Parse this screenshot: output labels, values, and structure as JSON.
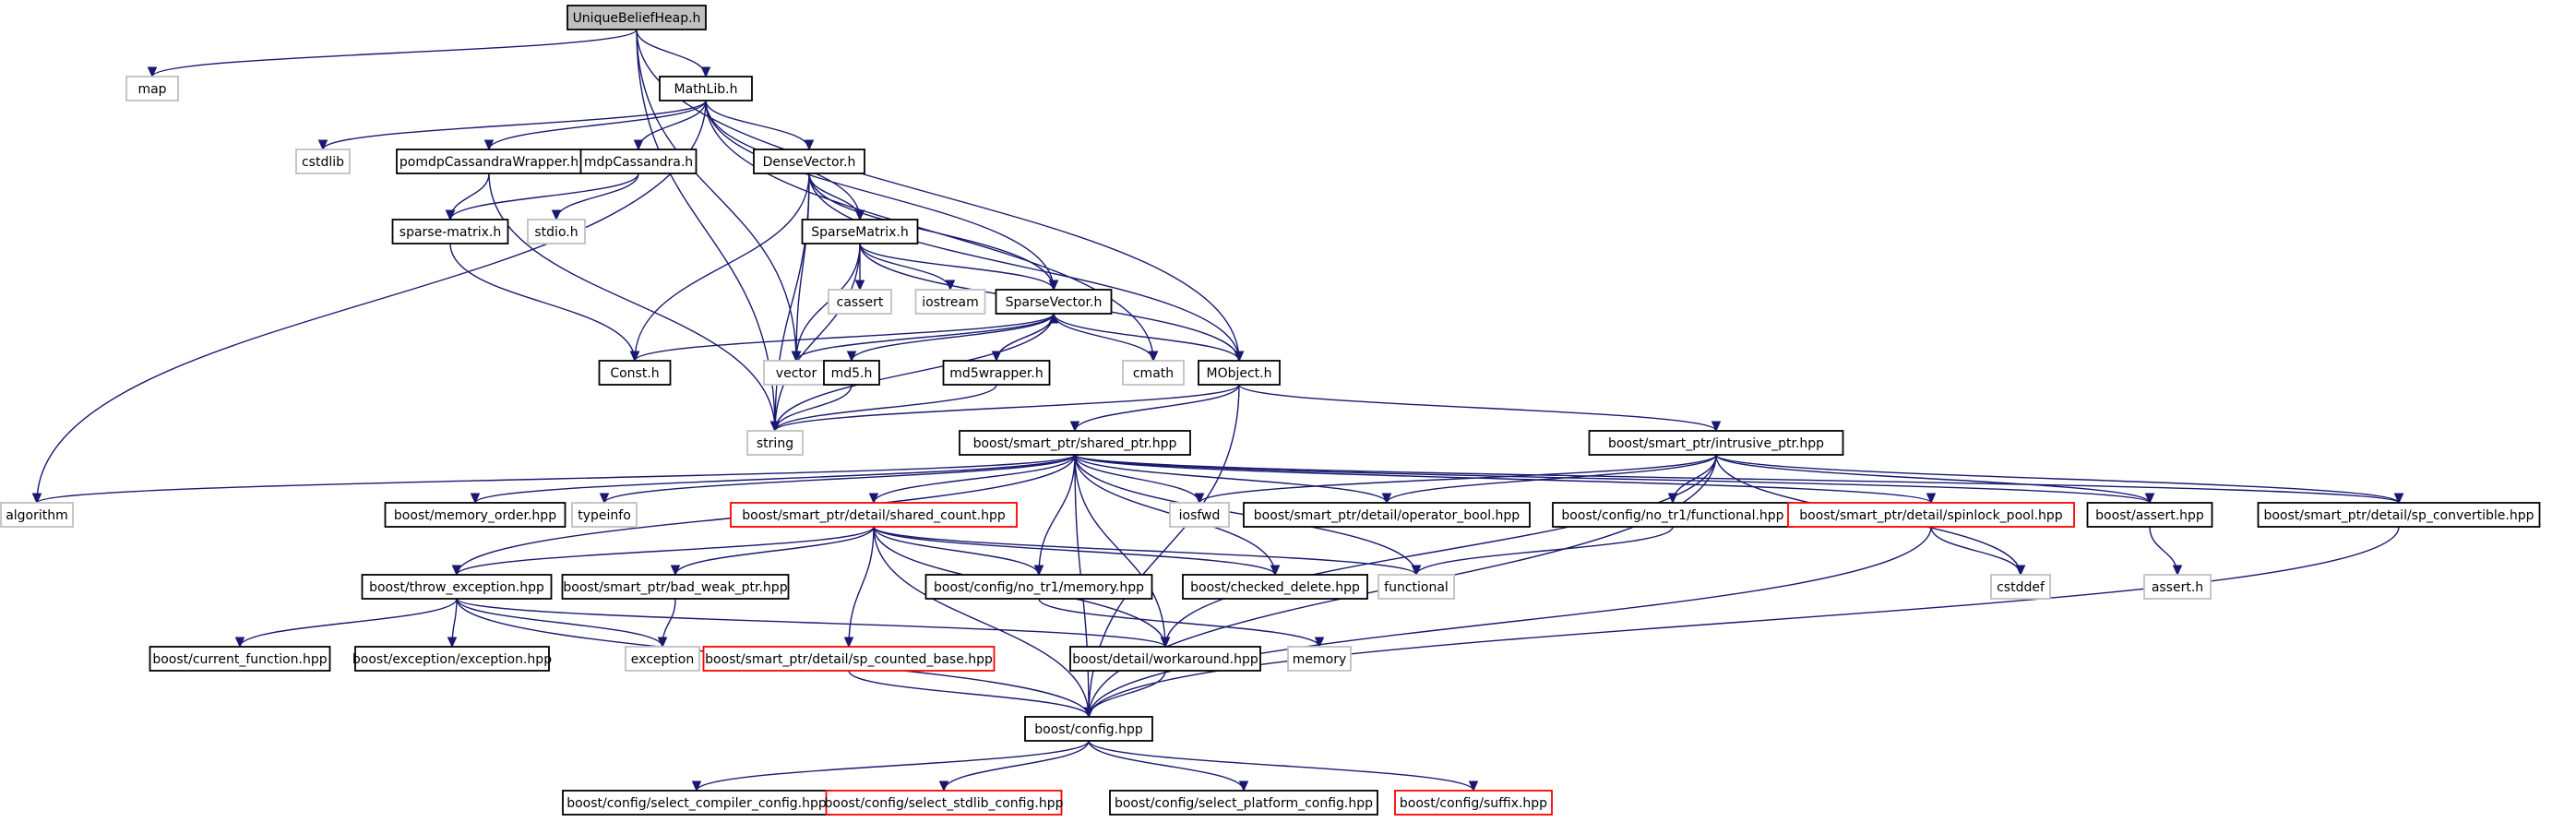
{
  "graph": {
    "title": "",
    "colors": {
      "edge": "#191970",
      "root_fill": "#bfbfbf",
      "node_border": "#000000",
      "external_border": "#c0c0c0",
      "incomplete_border": "#ff0000"
    },
    "nodes": [
      {
        "id": "uniquebeliefheap",
        "label": "UniqueBeliefHeap.h",
        "kind": "root"
      },
      {
        "id": "map",
        "label": "map",
        "kind": "external"
      },
      {
        "id": "mathlib",
        "label": "MathLib.h",
        "kind": "internal"
      },
      {
        "id": "cstdlib",
        "label": "cstdlib",
        "kind": "external"
      },
      {
        "id": "pomdpcassandrawrapper",
        "label": "pomdpCassandraWrapper.h",
        "kind": "internal"
      },
      {
        "id": "mdpcassandra",
        "label": "mdpCassandra.h",
        "kind": "internal"
      },
      {
        "id": "densevector",
        "label": "DenseVector.h",
        "kind": "internal"
      },
      {
        "id": "sparsematrix_h",
        "label": "sparse-matrix.h",
        "kind": "internal"
      },
      {
        "id": "stdio",
        "label": "stdio.h",
        "kind": "external"
      },
      {
        "id": "sparsematrix",
        "label": "SparseMatrix.h",
        "kind": "internal"
      },
      {
        "id": "cassert",
        "label": "cassert",
        "kind": "external"
      },
      {
        "id": "iostream",
        "label": "iostream",
        "kind": "external"
      },
      {
        "id": "sparsevector",
        "label": "SparseVector.h",
        "kind": "internal"
      },
      {
        "id": "const",
        "label": "Const.h",
        "kind": "internal"
      },
      {
        "id": "vector",
        "label": "vector",
        "kind": "external"
      },
      {
        "id": "md5",
        "label": "md5.h",
        "kind": "internal"
      },
      {
        "id": "md5wrapper",
        "label": "md5wrapper.h",
        "kind": "internal"
      },
      {
        "id": "cmath",
        "label": "cmath",
        "kind": "external"
      },
      {
        "id": "mobject",
        "label": "MObject.h",
        "kind": "internal"
      },
      {
        "id": "string",
        "label": "string",
        "kind": "external"
      },
      {
        "id": "shared_ptr",
        "label": "boost/smart_ptr/shared_ptr.hpp",
        "kind": "internal"
      },
      {
        "id": "intrusive_ptr",
        "label": "boost/smart_ptr/intrusive_ptr.hpp",
        "kind": "internal"
      },
      {
        "id": "algorithm",
        "label": "algorithm",
        "kind": "external"
      },
      {
        "id": "memory_order",
        "label": "boost/memory_order.hpp",
        "kind": "internal"
      },
      {
        "id": "typeinfo",
        "label": "typeinfo",
        "kind": "external"
      },
      {
        "id": "shared_count",
        "label": "boost/smart_ptr/detail/shared_count.hpp",
        "kind": "incomplete"
      },
      {
        "id": "iosfwd",
        "label": "iosfwd",
        "kind": "external"
      },
      {
        "id": "operator_bool",
        "label": "boost/smart_ptr/detail/operator_bool.hpp",
        "kind": "internal"
      },
      {
        "id": "no_tr1_functional",
        "label": "boost/config/no_tr1/functional.hpp",
        "kind": "internal"
      },
      {
        "id": "spinlock_pool",
        "label": "boost/smart_ptr/detail/spinlock_pool.hpp",
        "kind": "incomplete"
      },
      {
        "id": "boost_assert",
        "label": "boost/assert.hpp",
        "kind": "internal"
      },
      {
        "id": "sp_convertible",
        "label": "boost/smart_ptr/detail/sp_convertible.hpp",
        "kind": "internal"
      },
      {
        "id": "throw_exception",
        "label": "boost/throw_exception.hpp",
        "kind": "internal"
      },
      {
        "id": "bad_weak_ptr",
        "label": "boost/smart_ptr/bad_weak_ptr.hpp",
        "kind": "internal"
      },
      {
        "id": "no_tr1_memory",
        "label": "boost/config/no_tr1/memory.hpp",
        "kind": "internal"
      },
      {
        "id": "checked_delete",
        "label": "boost/checked_delete.hpp",
        "kind": "internal"
      },
      {
        "id": "functional",
        "label": "functional",
        "kind": "external"
      },
      {
        "id": "cstddef",
        "label": "cstddef",
        "kind": "external"
      },
      {
        "id": "assert_h",
        "label": "assert.h",
        "kind": "external"
      },
      {
        "id": "current_function",
        "label": "boost/current_function.hpp",
        "kind": "internal"
      },
      {
        "id": "exception_hpp",
        "label": "boost/exception/exception.hpp",
        "kind": "internal"
      },
      {
        "id": "exception",
        "label": "exception",
        "kind": "external"
      },
      {
        "id": "sp_counted_base",
        "label": "boost/smart_ptr/detail/sp_counted_base.hpp",
        "kind": "incomplete"
      },
      {
        "id": "workaround",
        "label": "boost/detail/workaround.hpp",
        "kind": "internal"
      },
      {
        "id": "memory",
        "label": "memory",
        "kind": "external"
      },
      {
        "id": "boost_config",
        "label": "boost/config.hpp",
        "kind": "internal"
      },
      {
        "id": "select_compiler",
        "label": "boost/config/select_compiler_config.hpp",
        "kind": "internal"
      },
      {
        "id": "select_stdlib",
        "label": "boost/config/select_stdlib_config.hpp",
        "kind": "incomplete"
      },
      {
        "id": "select_platform",
        "label": "boost/config/select_platform_config.hpp",
        "kind": "internal"
      },
      {
        "id": "suffix",
        "label": "boost/config/suffix.hpp",
        "kind": "incomplete"
      }
    ],
    "edges": [
      [
        "uniquebeliefheap",
        "map"
      ],
      [
        "uniquebeliefheap",
        "mathlib"
      ],
      [
        "uniquebeliefheap",
        "string"
      ],
      [
        "uniquebeliefheap",
        "vector"
      ],
      [
        "uniquebeliefheap",
        "mobject"
      ],
      [
        "mathlib",
        "cstdlib"
      ],
      [
        "mathlib",
        "pomdpcassandrawrapper"
      ],
      [
        "mathlib",
        "mdpcassandra"
      ],
      [
        "mathlib",
        "densevector"
      ],
      [
        "mathlib",
        "sparsematrix"
      ],
      [
        "mathlib",
        "sparsevector"
      ],
      [
        "mathlib",
        "algorithm"
      ],
      [
        "mathlib",
        "cmath"
      ],
      [
        "pomdpcassandrawrapper",
        "sparsematrix_h"
      ],
      [
        "pomdpcassandrawrapper",
        "string"
      ],
      [
        "mdpcassandra",
        "sparsematrix_h"
      ],
      [
        "mdpcassandra",
        "stdio"
      ],
      [
        "sparsematrix_h",
        "const"
      ],
      [
        "densevector",
        "sparsematrix"
      ],
      [
        "densevector",
        "sparsevector"
      ],
      [
        "densevector",
        "const"
      ],
      [
        "densevector",
        "vector"
      ],
      [
        "densevector",
        "string"
      ],
      [
        "densevector",
        "mobject"
      ],
      [
        "sparsematrix",
        "cassert"
      ],
      [
        "sparsematrix",
        "iostream"
      ],
      [
        "sparsematrix",
        "sparsevector"
      ],
      [
        "sparsematrix",
        "vector"
      ],
      [
        "sparsematrix",
        "string"
      ],
      [
        "sparsematrix",
        "mobject"
      ],
      [
        "sparsevector",
        "const"
      ],
      [
        "sparsevector",
        "vector"
      ],
      [
        "sparsevector",
        "md5"
      ],
      [
        "sparsevector",
        "md5wrapper"
      ],
      [
        "sparsevector",
        "cmath"
      ],
      [
        "sparsevector",
        "mobject"
      ],
      [
        "sparsevector",
        "string"
      ],
      [
        "md5",
        "string"
      ],
      [
        "md5wrapper",
        "string"
      ],
      [
        "md5wrapper",
        "sparsevector"
      ],
      [
        "mobject",
        "string"
      ],
      [
        "mobject",
        "shared_ptr"
      ],
      [
        "mobject",
        "intrusive_ptr"
      ],
      [
        "mobject",
        "boost_config"
      ],
      [
        "shared_ptr",
        "algorithm"
      ],
      [
        "shared_ptr",
        "memory_order"
      ],
      [
        "shared_ptr",
        "typeinfo"
      ],
      [
        "shared_ptr",
        "shared_count"
      ],
      [
        "shared_ptr",
        "iosfwd"
      ],
      [
        "shared_ptr",
        "operator_bool"
      ],
      [
        "shared_ptr",
        "spinlock_pool"
      ],
      [
        "shared_ptr",
        "boost_assert"
      ],
      [
        "shared_ptr",
        "sp_convertible"
      ],
      [
        "shared_ptr",
        "throw_exception"
      ],
      [
        "shared_ptr",
        "no_tr1_memory"
      ],
      [
        "shared_ptr",
        "checked_delete"
      ],
      [
        "shared_ptr",
        "functional"
      ],
      [
        "shared_ptr",
        "workaround"
      ],
      [
        "shared_ptr",
        "boost_config"
      ],
      [
        "intrusive_ptr",
        "iosfwd"
      ],
      [
        "intrusive_ptr",
        "operator_bool"
      ],
      [
        "intrusive_ptr",
        "no_tr1_functional"
      ],
      [
        "intrusive_ptr",
        "boost_assert"
      ],
      [
        "intrusive_ptr",
        "sp_convertible"
      ],
      [
        "intrusive_ptr",
        "workaround"
      ],
      [
        "intrusive_ptr",
        "boost_config"
      ],
      [
        "intrusive_ptr",
        "cstddef"
      ],
      [
        "shared_count",
        "throw_exception"
      ],
      [
        "shared_count",
        "bad_weak_ptr"
      ],
      [
        "shared_count",
        "no_tr1_memory"
      ],
      [
        "shared_count",
        "checked_delete"
      ],
      [
        "shared_count",
        "functional"
      ],
      [
        "shared_count",
        "sp_counted_base"
      ],
      [
        "shared_count",
        "workaround"
      ],
      [
        "shared_count",
        "boost_config"
      ],
      [
        "no_tr1_functional",
        "functional"
      ],
      [
        "spinlock_pool",
        "cstddef"
      ],
      [
        "spinlock_pool",
        "boost_config"
      ],
      [
        "boost_assert",
        "assert_h"
      ],
      [
        "sp_convertible",
        "boost_config"
      ],
      [
        "throw_exception",
        "current_function"
      ],
      [
        "throw_exception",
        "exception_hpp"
      ],
      [
        "throw_exception",
        "exception"
      ],
      [
        "throw_exception",
        "workaround"
      ],
      [
        "throw_exception",
        "boost_config"
      ],
      [
        "bad_weak_ptr",
        "exception"
      ],
      [
        "no_tr1_memory",
        "memory"
      ],
      [
        "sp_counted_base",
        "boost_config"
      ],
      [
        "workaround",
        "boost_config"
      ],
      [
        "boost_config",
        "select_compiler"
      ],
      [
        "boost_config",
        "select_stdlib"
      ],
      [
        "boost_config",
        "select_platform"
      ],
      [
        "boost_config",
        "suffix"
      ]
    ]
  }
}
